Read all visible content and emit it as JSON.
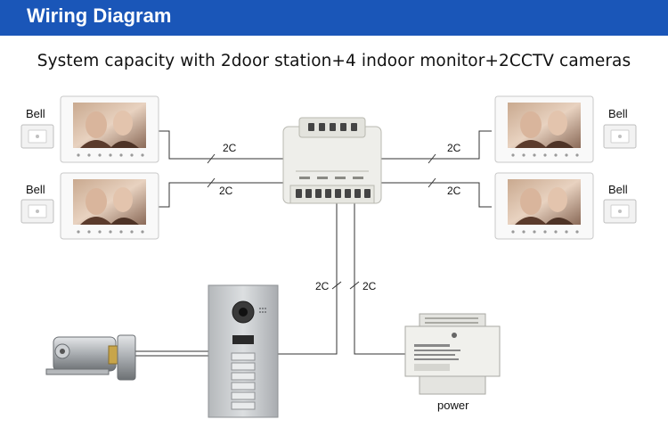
{
  "header": {
    "title": "Wiring Diagram"
  },
  "subtitle": "System capacity with 2door station+4 indoor monitor+2CCTV cameras",
  "labels": {
    "bell": "Bell",
    "wire": "2C",
    "power": "power"
  },
  "colors": {
    "header_bg": "#1a56b8",
    "wire": "#333333"
  },
  "icons": {
    "monitor": "indoor-monitor",
    "bell": "doorbell",
    "distributor": "distributor-box",
    "door_station": "outdoor-door-station",
    "lock": "electric-lock",
    "power_supply": "din-rail-power-supply"
  }
}
